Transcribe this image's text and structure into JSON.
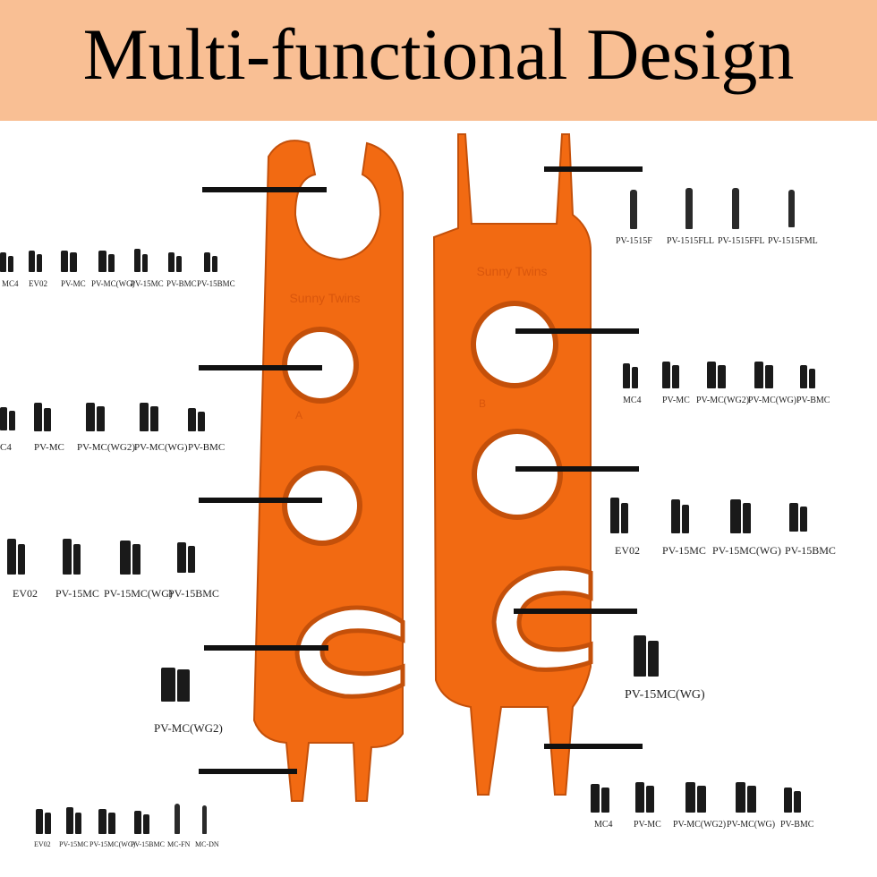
{
  "title": "Multi-functional Design",
  "colors": {
    "banner": "#f9bf94",
    "tool": "#f26a12",
    "tool_dark": "#c4500a",
    "pointer": "#111111"
  },
  "tool_brand": "Sunny Twins",
  "tool_marks": {
    "left": "A",
    "right": "B"
  },
  "labels": {
    "row1": [
      "MC4",
      "EV02",
      "PV-MC",
      "PV-MC(WG)",
      "PV-15MC",
      "PV-BMC",
      "PV-15BMC"
    ],
    "top_right": [
      "PV-1515F",
      "PV-1515FLL",
      "PV-1515FFL",
      "PV-1515FML"
    ],
    "left_mid": [
      "C4",
      "PV-MC",
      "PV-MC(WG2)",
      "PV-MC(WG)",
      "PV-BMC"
    ],
    "right_mid": [
      "MC4",
      "PV-MC",
      "PV-MC(WG2)",
      "PV-MC(WG)",
      "PV-BMC"
    ],
    "left_low": [
      "EV02",
      "PV-15MC",
      "PV-15MC(WG)",
      "PV-15BMC"
    ],
    "right_low": [
      "EV02",
      "PV-15MC",
      "PV-15MC(WG)",
      "PV-15BMC"
    ],
    "left_single": "PV-MC(WG2)",
    "right_single": "PV-15MC(WG)",
    "bottom_left": [
      "EV02",
      "PV-15MC",
      "PV-15MC(WG)",
      "PV-15BMC",
      "MC-FN",
      "MC-DN"
    ],
    "bottom_right": [
      "MC4",
      "PV-MC",
      "PV-MC(WG2)",
      "PV-MC(WG)",
      "PV-BMC"
    ]
  }
}
